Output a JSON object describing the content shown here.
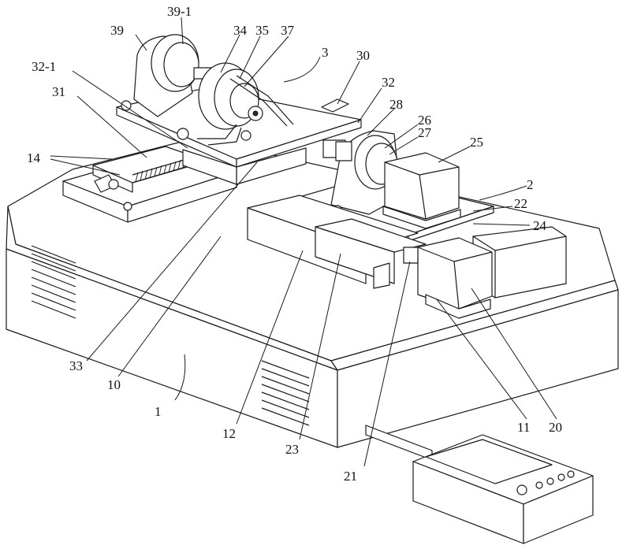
{
  "labels": {
    "l1": "1",
    "l2": "2",
    "l3": "3",
    "l10": "10",
    "l11": "11",
    "l12": "12",
    "l14": "14",
    "l20": "20",
    "l21": "21",
    "l22": "22",
    "l23": "23",
    "l24": "24",
    "l25": "25",
    "l26": "26",
    "l27": "27",
    "l28": "28",
    "l30": "30",
    "l31": "31",
    "l32": "32",
    "l32_1": "32-1",
    "l33": "33",
    "l34": "34",
    "l35": "35",
    "l37": "37",
    "l39": "39",
    "l39_1": "39-1"
  },
  "colors": {
    "ink": "#1a1a1a",
    "paper": "#ffffff",
    "shade": "#f1f1f1"
  }
}
